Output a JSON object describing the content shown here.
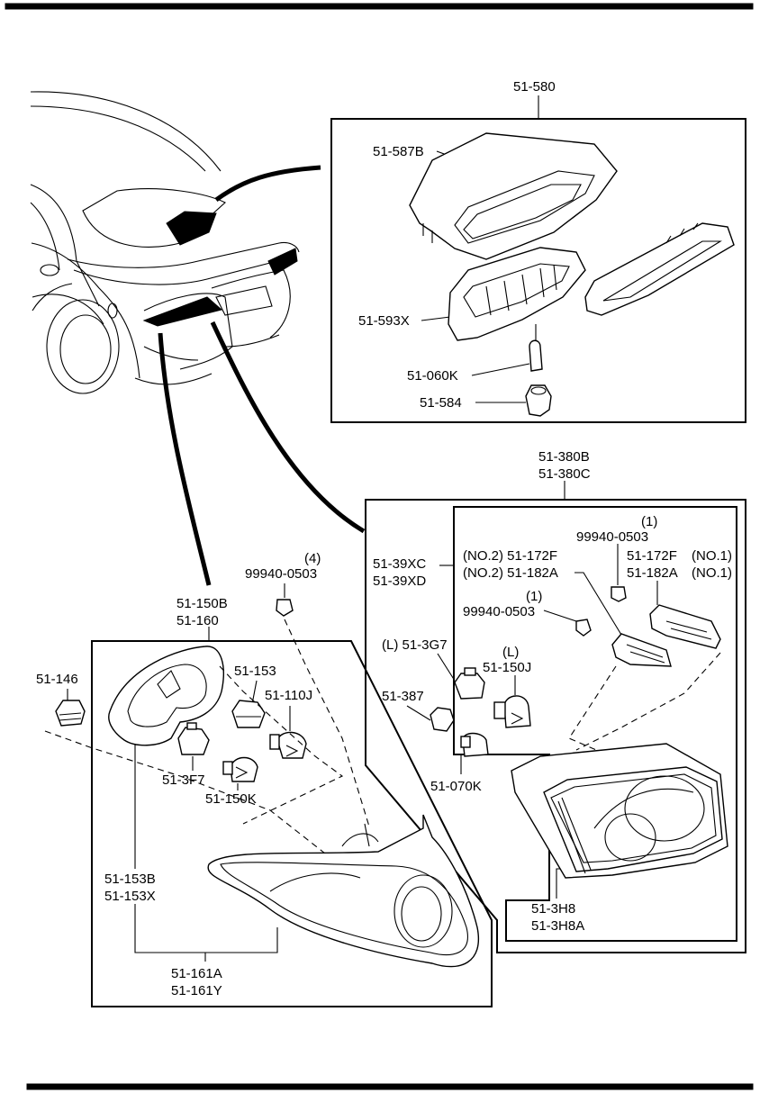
{
  "labels": {
    "high_mount_assembly": "51-580",
    "high_mount_cover": "51-587B",
    "high_mount_housing": "51-593X",
    "high_mount_bulb": "51-060K",
    "high_mount_socket": "51-584",
    "trunk_lamp_assy_1": "51-380B",
    "trunk_lamp_assy_2": "51-380C",
    "trunk_lamp_harness_1": "51-39XC",
    "trunk_lamp_harness_2": "51-39XD",
    "bracket_left_no2_1": "(NO.2) 51-172F",
    "bracket_left_no2_2": "(NO.2) 51-182A",
    "bracket_right_1": "51-172F",
    "bracket_right_2": "51-182A",
    "bracket_right_no_1": "(NO.1)",
    "bracket_right_no_2": "(NO.1)",
    "nut_qty_trunk_top": "(1)",
    "nut_trunk_top": "99940-0503",
    "nut_qty_trunk_mid": "(1)",
    "nut_trunk_mid": "99940-0503",
    "socket_3g7": "(L) 51-3G7",
    "bulb_150j_qty": "(L)",
    "bulb_150j": "51-150J",
    "socket_387": "51-387",
    "bulb_070k": "51-070K",
    "trunk_lens_1": "51-3H8",
    "trunk_lens_2": "51-3H8A",
    "nut_qty_rear": "(4)",
    "nut_rear": "99940-0503",
    "rear_lamp_assy_1": "51-150B",
    "rear_lamp_assy_2": "51-160",
    "rear_socket_146": "51-146",
    "rear_socket_153": "51-153",
    "rear_bulb_110j": "51-110J",
    "rear_socket_3f7": "51-3F7",
    "rear_bulb_150k": "51-150K",
    "rear_gasket_1": "51-153B",
    "rear_gasket_2": "51-153X",
    "rear_lens_1": "51-161A",
    "rear_lens_2": "51-161Y"
  }
}
